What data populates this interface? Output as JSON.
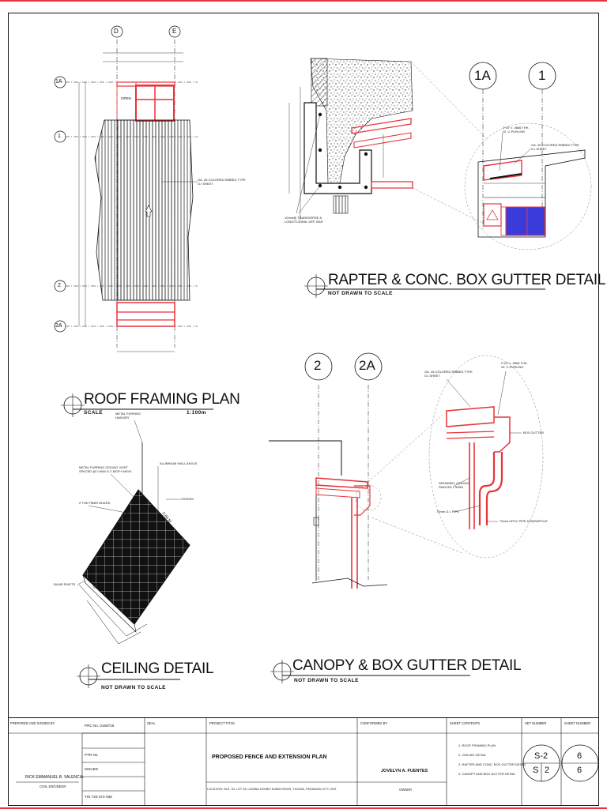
{
  "drawings": {
    "roof_framing": {
      "title": "ROOF  FRAMING PLAN",
      "scale_label": "SCALE",
      "scale_value": "1:100m",
      "grid_columns": [
        "D",
        "E"
      ],
      "grid_rows": [
        "1A",
        "1",
        "2",
        "2A"
      ],
      "roof_note": "GA. 26 COLORED RIBBED TYPE\nG.I SHEET",
      "open_label": "OPEN"
    },
    "rafter_gutter": {
      "title": "RAPTER &  CONC. BOX GUTTER DETAIL",
      "subtitle": "NOT DRAWN TO SCALE",
      "markers": [
        "1A",
        "1"
      ],
      "note_purlins": "2\"x3\" x .0666 THK.\nGI. C-PURLINS",
      "note_sheet": "GA. 26 COLORED RIBBED TYPE\nG.I.SHEET",
      "note_bars": "10mm@ TRANSVERSE &\nLONGITUDINAL DEF. BAR"
    },
    "canopy_gutter": {
      "title": "CANOPY &  BOX GUTTER DETAIL",
      "subtitle": "NOT DRAWN TO SCALE",
      "markers": [
        "2",
        "2A"
      ],
      "note_sheet": "GA. 26 COLORED RIBBED TYPE\nG.I.SHEET",
      "note_purlins": "2\"x3\" x .0666 THK.\nGI. C-PURLINS",
      "note_box": "BOX GUTTER",
      "note_fascia": "SPANDREL CEILING\nPAINTED FINISH",
      "note_pipe": "75mm G.I. PIPE",
      "note_down": "75mm UPVC PIPE DOWNSPOUT"
    },
    "ceiling": {
      "title": "CEILING DETAIL",
      "subtitle": "NOT DRAWN TO SCALE",
      "note_furring_hanger": "METAL FURRING\nHANGER",
      "note_joist": "METAL FURRING CEILING JOIST\nSPACED @ 0.60M O.C BOTH WAYS",
      "note_angle": "ALUMINUM WALL ANGLE",
      "note_board": "2 THK FIBER BOARD",
      "note_screw": "SCREW",
      "note_rivets": "BLIND RIVETS"
    }
  },
  "title_block": {
    "prepared_label": "PREPARED AND SIGNED BY",
    "engineer_name": "RICK EMMANUEL B. VALENCIA",
    "engineer_role": "CIVIL ENGINEER",
    "prc": "PRC No. 0168725",
    "ptr": "PTR No.",
    "issued": "ISSUED",
    "tin": "TIN 720-374-938",
    "seal_label": "SEAL",
    "project_label": "PROJECT TITLE",
    "project_title": "PROPOSED FENCE AND EXTENSION PLAN",
    "location": "LOCATION: BLK. 94, LOT 16, LUMINA HOMES SUBDIVISION, TIGUMA, PAGADIAN CITY, ZDS",
    "conforme_label": "CONFORMED BY",
    "owner_name": "JOVELYN A. FUENTES",
    "owner_role": "OWNER",
    "contents_label": "SHEET CONTENTS",
    "contents": [
      "1. ROOF FRAMING PLAN",
      "2. CEILING DETAIL",
      "3. RAFTER AND CONC. BOX GUTTER DETAIL",
      "4. CANOPY AND BOX GUTTER DETAIL"
    ],
    "set_label": "SET NUMBER",
    "set_top": "S-2",
    "set_bottom": "S",
    "set_num": "2",
    "sheet_label": "SHEET NUMBER",
    "sheet_top": "6",
    "sheet_bottom": "6"
  },
  "colors": {
    "red": "#e8333b",
    "blue": "#3b3bd9",
    "ink": "#111111"
  }
}
